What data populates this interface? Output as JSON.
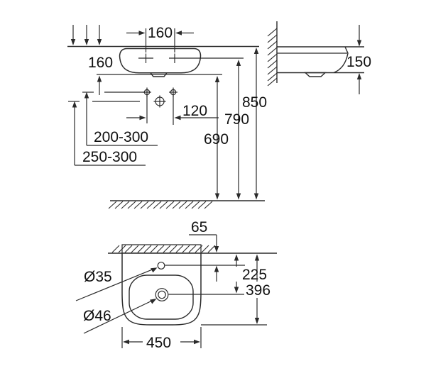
{
  "drawing": {
    "kind": "washbasin installation dimensional drawing",
    "views": {
      "front": "wall-mounted basin front elevation",
      "side": "basin side section on wall",
      "plan": "basin top view at wall"
    },
    "line_color": "#2b2b2b",
    "background": "#ffffff",
    "dims": {
      "tap_hole_spacing": "160",
      "rim_to_basin_bottom": "160",
      "fixing_hole_spacing": "120",
      "fixing_height_range": "200-300",
      "drain_height_range": "250-300",
      "basin_height": "150",
      "rim_height": "850",
      "tap_holes_height": "790",
      "basin_bottom_height": "690",
      "wall_to_tap_hole": "65",
      "wall_to_drain": "225",
      "basin_depth": "396",
      "basin_width": "450",
      "tap_hole_diameter": "Ø35",
      "drain_diameter": "Ø46"
    }
  }
}
